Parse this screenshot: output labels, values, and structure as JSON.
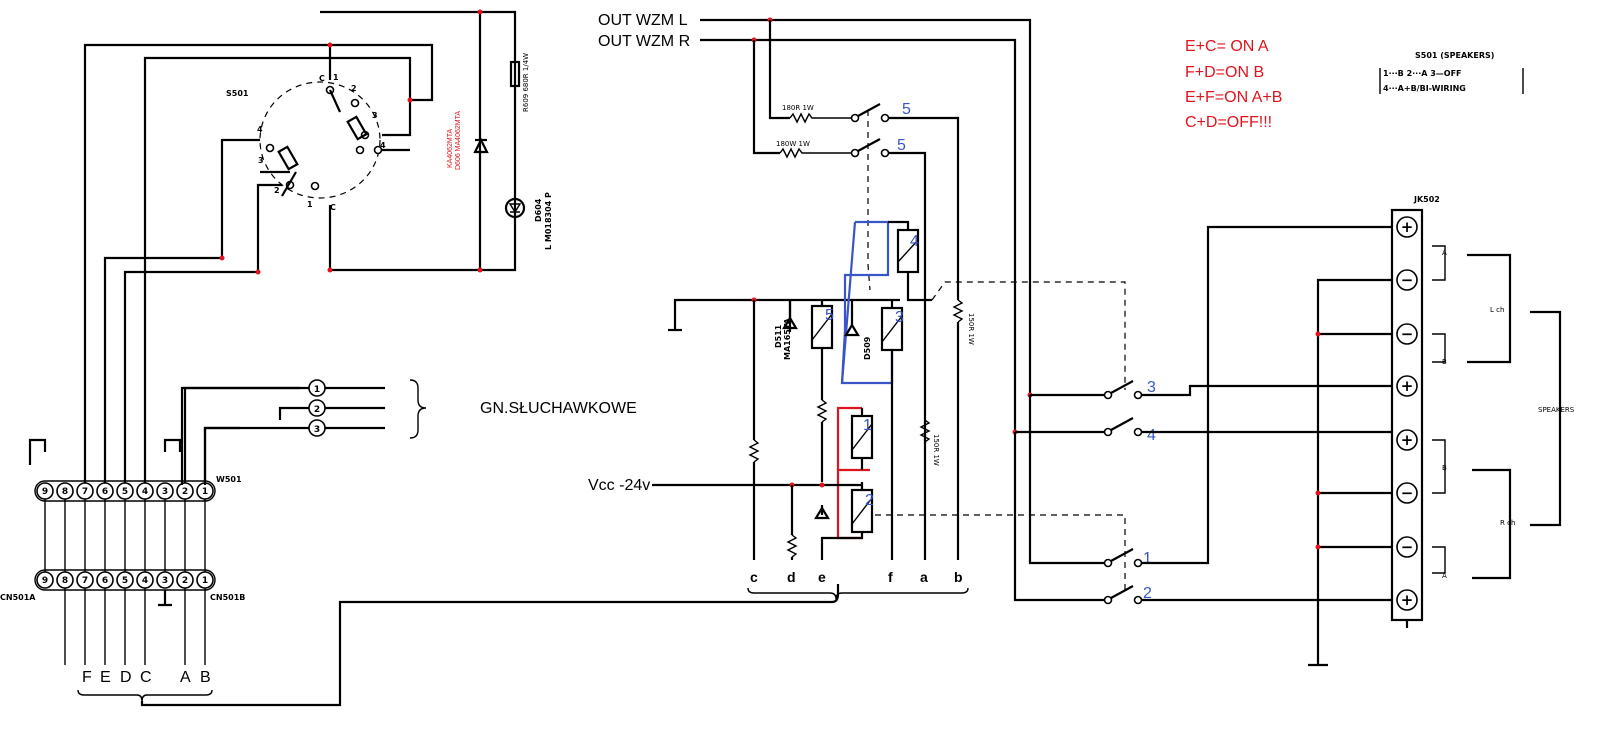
{
  "labels": {
    "out_l": "OUT WZM L",
    "out_r": "OUT WZM R",
    "headphone": "GN.SŁUCHAWKOWE",
    "vcc": "Vcc -24v",
    "speakers": "SPEAKERS",
    "jk502": "JK502",
    "s501": "S501",
    "w501": "W501",
    "cn501a": "CN501A",
    "cn501b": "CN501B",
    "d511": "D511",
    "d511_part": "MA165TA",
    "d509": "D509",
    "d604": "D604",
    "d604_part": "L M018304 P",
    "d606": "D606 MA4062MTA",
    "d606_alt": "KA4062MTA",
    "r609": "R609 680R 1/4W",
    "r_180_1": "180R 1W",
    "r_180_2": "180W 1W",
    "r_150_1": "150R 1W",
    "r_150_2": "150R 1W",
    "lch": "L ch",
    "rch": "R ch",
    "tap_a": "A",
    "tap_b": "B"
  },
  "legend_red": [
    "E+C= ON A",
    "F+D=ON B",
    "E+F=ON A+B",
    "C+D=OFF!!!"
  ],
  "legend_s501": {
    "title": "S501 (SPEAKERS)",
    "line1": "1···B   2···A   3—OFF",
    "line2": "4···A+B/BI-WIRING"
  },
  "connector_bottom": [
    "F",
    "E",
    "D",
    "C",
    "A",
    "B"
  ],
  "relay_bus": [
    "c",
    "d",
    "e",
    "f",
    "a",
    "b"
  ],
  "pins": [
    "9",
    "8",
    "7",
    "6",
    "5",
    "4",
    "3",
    "2",
    "1"
  ],
  "headphone_pins": [
    "1",
    "2",
    "3"
  ],
  "s501_pins": {
    "c": "C",
    "p1": "1",
    "p2": "2",
    "p3": "3",
    "p4": "4"
  },
  "blue_numbers": {
    "relay1": "1",
    "relay2": "2",
    "relay3": "3",
    "relay4": "4",
    "relay5": "5",
    "sw1": "1",
    "sw2": "2",
    "sw3": "3",
    "sw4": "4",
    "sw5a": "5",
    "sw5b": "5"
  },
  "jk_terminals": [
    "+",
    "−",
    "−",
    "+",
    "+",
    "−",
    "−",
    "+"
  ]
}
